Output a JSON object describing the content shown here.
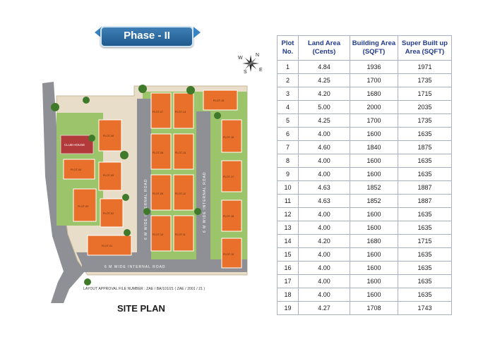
{
  "banner": {
    "title": "Phase - II"
  },
  "compass": {
    "n": "N",
    "s": "S",
    "e": "E",
    "w": "W"
  },
  "site_plan": {
    "title": "SITE PLAN",
    "approval": "LAYOUT APPROVAL FILE NUMBER : ZAE / BA/101/21 ( ZAE / 2001 / 21 )",
    "roads": {
      "horizontal": "6 M WIDE INTERNAL ROAD",
      "vertical": "6 M WIDE INTERNAL ROAD"
    },
    "club_house": "CLUB HOUSE",
    "plots": [
      "PLOT-01",
      "PLOT-02",
      "PLOT-03",
      "PLOT-04",
      "PLOT-05",
      "PLOT-06",
      "PLOT-07",
      "PLOT-08",
      "PLOT-09",
      "PLOT-10",
      "PLOT-11",
      "PLOT-12",
      "PLOT-13",
      "PLOT-14",
      "PLOT-15",
      "PLOT-16",
      "PLOT-17",
      "PLOT-18",
      "PLOT-19"
    ]
  },
  "table": {
    "headers": [
      "Plot No.",
      "Land Area (Cents)",
      "Building Area (SQFT)",
      "Super Built up Area (SQFT)"
    ],
    "rows": [
      [
        "1",
        "4.84",
        "1936",
        "1971"
      ],
      [
        "2",
        "4.25",
        "1700",
        "1735"
      ],
      [
        "3",
        "4.20",
        "1680",
        "1715"
      ],
      [
        "4",
        "5.00",
        "2000",
        "2035"
      ],
      [
        "5",
        "4.25",
        "1700",
        "1735"
      ],
      [
        "6",
        "4.00",
        "1600",
        "1635"
      ],
      [
        "7",
        "4.60",
        "1840",
        "1875"
      ],
      [
        "8",
        "4.00",
        "1600",
        "1635"
      ],
      [
        "9",
        "4.00",
        "1600",
        "1635"
      ],
      [
        "10",
        "4.63",
        "1852",
        "1887"
      ],
      [
        "11",
        "4.63",
        "1852",
        "1887"
      ],
      [
        "12",
        "4.00",
        "1600",
        "1635"
      ],
      [
        "13",
        "4.00",
        "1600",
        "1635"
      ],
      [
        "14",
        "4.20",
        "1680",
        "1715"
      ],
      [
        "15",
        "4.00",
        "1600",
        "1635"
      ],
      [
        "16",
        "4.00",
        "1600",
        "1635"
      ],
      [
        "17",
        "4.00",
        "1600",
        "1635"
      ],
      [
        "18",
        "4.00",
        "1600",
        "1635"
      ],
      [
        "19",
        "4.27",
        "1708",
        "1743"
      ]
    ]
  }
}
